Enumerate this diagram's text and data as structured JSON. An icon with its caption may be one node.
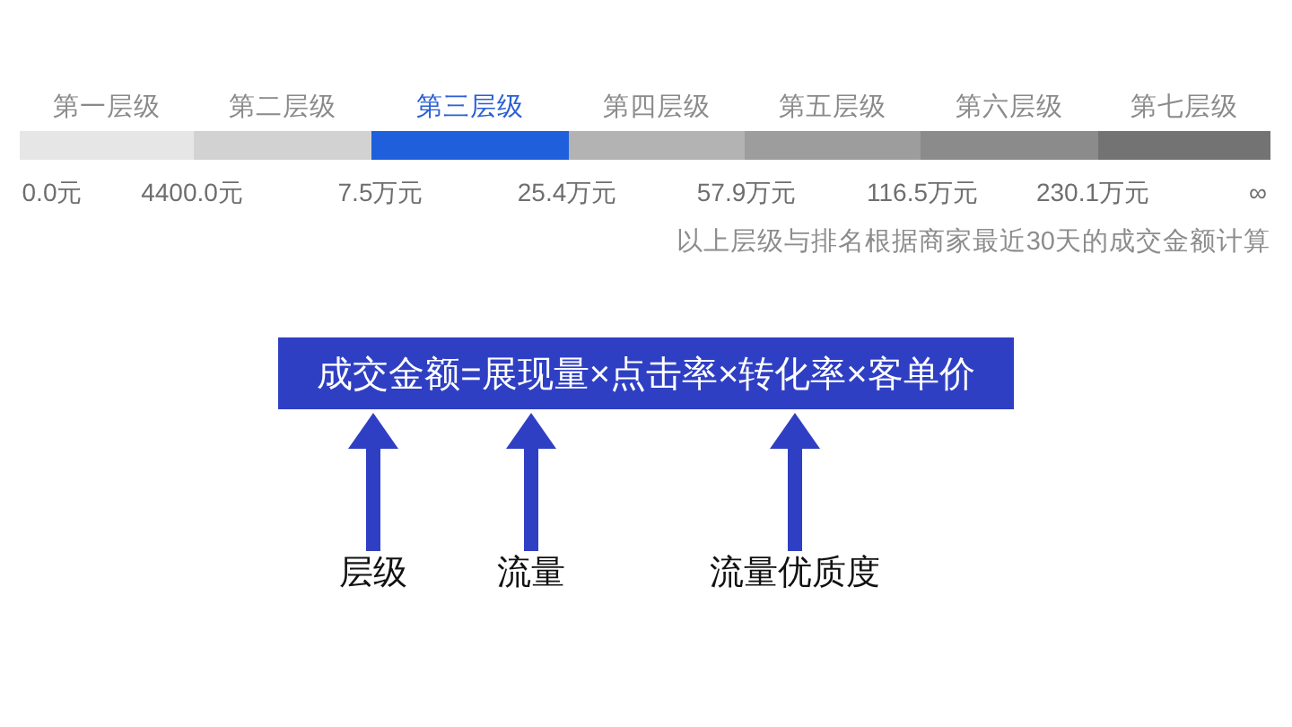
{
  "diagram": {
    "nodes": [
      {
        "text": [
          "第一层级"
        ]
      },
      {
        "text": [
          "第二层级"
        ]
      },
      {
        "text": [
          "第三层级"
        ]
      },
      {
        "text": [
          "第四层级"
        ]
      },
      {
        "text": [
          "第五层级"
        ]
      },
      {
        "text": [
          "第六层级"
        ]
      },
      {
        "text": [
          "第七层级"
        ]
      },
      {
        "text": [
          "成交金额=展现量×点击率×转化率×客单价"
        ]
      },
      {
        "text": [
          "层级"
        ]
      },
      {
        "text": [
          "流量"
        ]
      },
      {
        "text": [
          "流量优质度"
        ]
      }
    ],
    "edges": [
      {
        "from": 8,
        "to": 7,
        "arrow": "to"
      },
      {
        "from": 9,
        "to": 7,
        "arrow": "to"
      },
      {
        "from": 10,
        "to": 7,
        "arrow": "to"
      }
    ],
    "labels": [
      "0.0元",
      "4400.0元",
      "7.5万元",
      "25.4万元",
      "57.9万元",
      "116.5万元",
      "230.1万元",
      "∞",
      "以上层级与排名根据商家最近30天的成交金额计算"
    ]
  }
}
